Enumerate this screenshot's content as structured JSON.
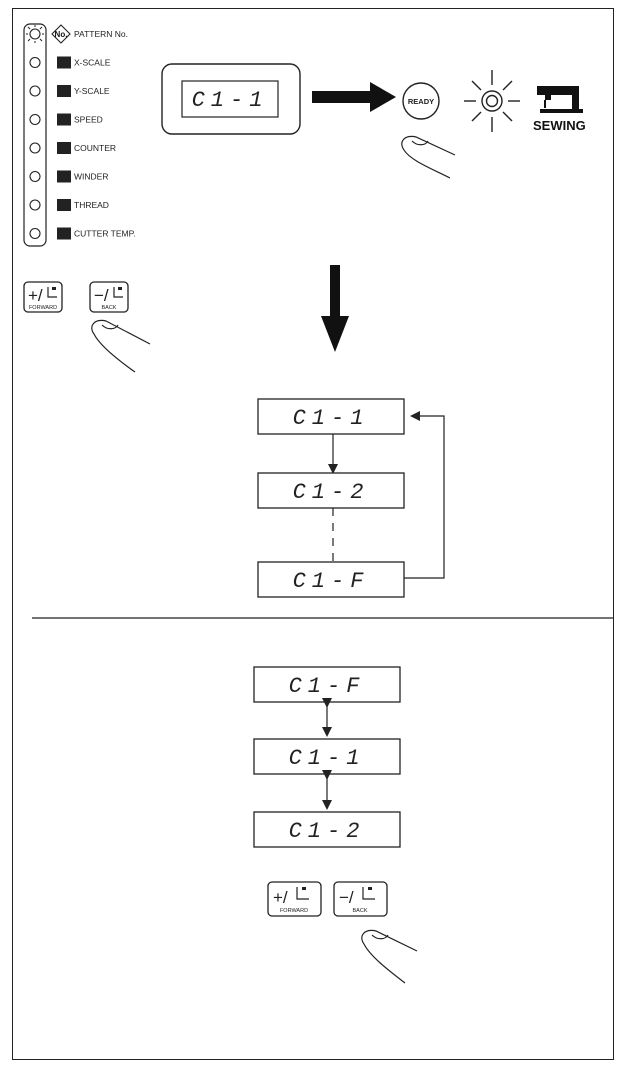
{
  "panel": {
    "indicators": [
      {
        "label": "PATTERN No.",
        "icon": "pattern-no-icon",
        "lit": true
      },
      {
        "label": "X-SCALE",
        "icon": "x-scale-icon",
        "lit": false
      },
      {
        "label": "Y-SCALE",
        "icon": "y-scale-icon",
        "lit": false
      },
      {
        "label": "SPEED",
        "icon": "speed-icon",
        "lit": false
      },
      {
        "label": "COUNTER",
        "icon": "counter-icon",
        "lit": false
      },
      {
        "label": "WINDER",
        "icon": "winder-icon",
        "lit": false
      },
      {
        "label": "THREAD",
        "icon": "thread-icon",
        "lit": false
      },
      {
        "label": "CUTTER TEMP.",
        "icon": "cutter-temp-icon",
        "lit": false
      }
    ],
    "no_badge": "No."
  },
  "display_main": "C1-1",
  "ready_button": "READY",
  "sewing_label": "SEWING",
  "keys": {
    "plus_symbol": "+/",
    "plus_sub": "FORWARD",
    "minus_symbol": "−/",
    "minus_sub": "BACK"
  },
  "cycle_sequence": [
    "C1-1",
    "C1-2",
    "C1-F"
  ],
  "bidirectional_sequence": [
    "C1-F",
    "C1-1",
    "C1-2"
  ]
}
